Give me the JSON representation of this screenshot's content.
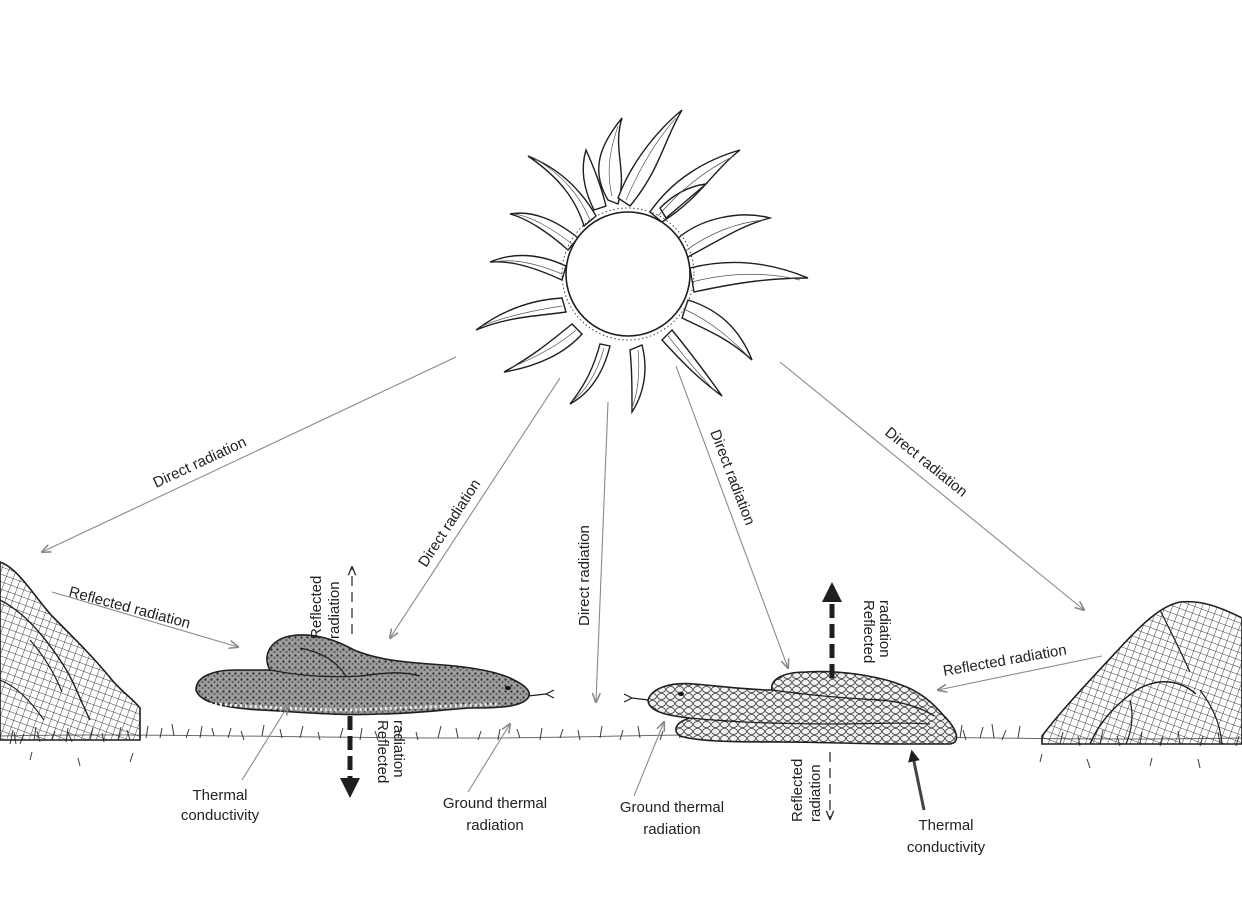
{
  "labels": {
    "direct_radiation_1": "Direct radiation",
    "direct_radiation_2": "Direct radiation",
    "direct_radiation_3": "Direct radiation",
    "direct_radiation_4": "Direct radiation",
    "direct_radiation_5": "Direct radiation",
    "reflected_radiation_left_rock": "Reflected radiation",
    "reflected_radiation_right_rock": "Reflected radiation",
    "left_snake_reflected_up": [
      "Reflected",
      "radiation"
    ],
    "left_snake_reflected_down": [
      "Reflected",
      "radiation"
    ],
    "right_snake_reflected_up": [
      "Reflected",
      "radiation"
    ],
    "right_snake_reflected_down": [
      "Reflected",
      "radiation"
    ],
    "left_thermal_conductivity": [
      "Thermal",
      "conductivity"
    ],
    "right_thermal_conductivity": [
      "Thermal",
      "conductivity"
    ],
    "left_ground_thermal_radiation": [
      "Ground thermal",
      "radiation"
    ],
    "right_ground_thermal_radiation": [
      "Ground thermal",
      "radiation"
    ]
  },
  "colors": {
    "ink": "#1e1e1e",
    "arrow": "#8a8a8a",
    "text": "#222222",
    "background": "#ffffff"
  }
}
